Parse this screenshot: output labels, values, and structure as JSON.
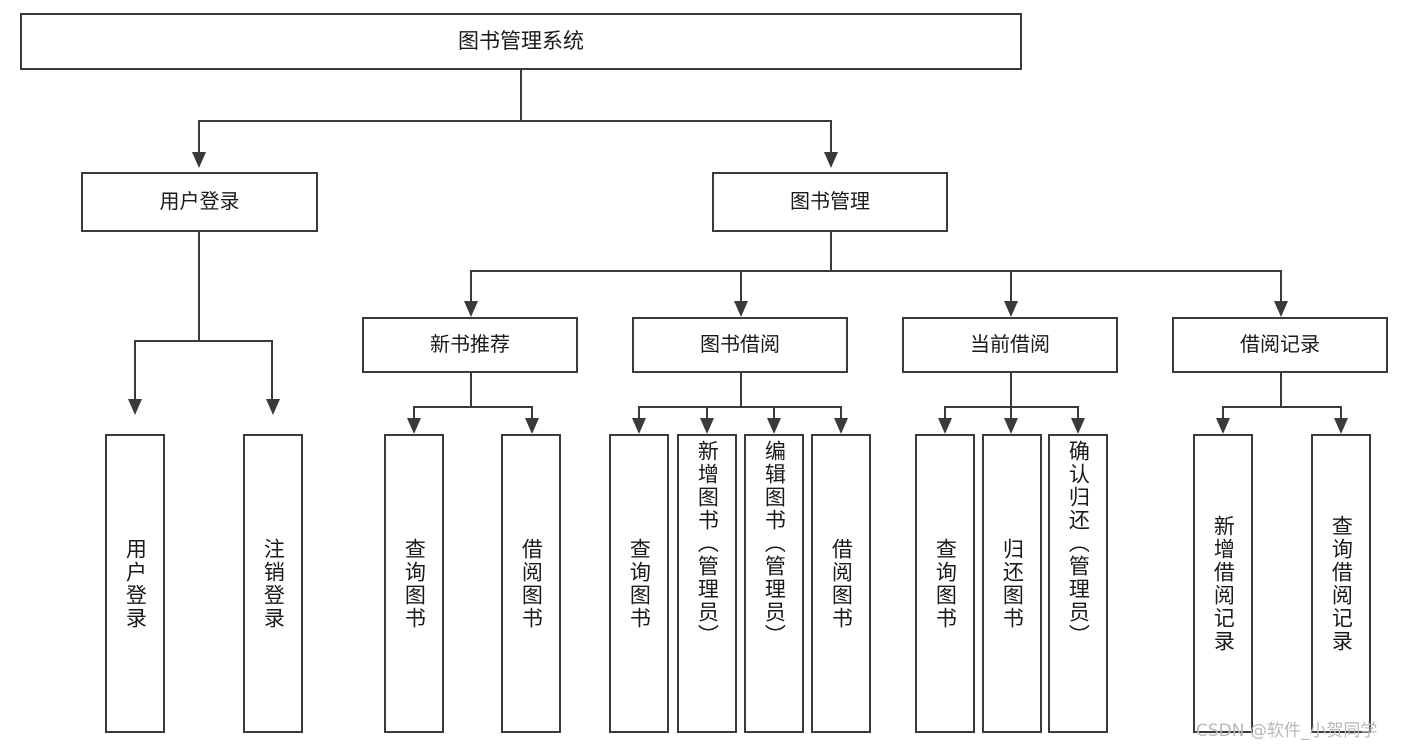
{
  "diagram": {
    "title": "图书管理系统",
    "type": "tree",
    "nodes": {
      "root": {
        "label": "图书管理系统"
      },
      "level2": [
        {
          "id": "user-login",
          "label": "用户登录"
        },
        {
          "id": "book-manage",
          "label": "图书管理"
        }
      ],
      "level3": [
        {
          "id": "new-book-recommend",
          "label": "新书推荐"
        },
        {
          "id": "book-borrow",
          "label": "图书借阅"
        },
        {
          "id": "current-borrow",
          "label": "当前借阅"
        },
        {
          "id": "borrow-record",
          "label": "借阅记录"
        }
      ],
      "leaves": {
        "user_login": [
          {
            "id": "leaf-user-login",
            "label": "用户登录"
          },
          {
            "id": "leaf-logout-login",
            "label": "注销登录"
          }
        ],
        "new_book_recommend": [
          {
            "id": "leaf-query-book-1",
            "label": "查询图书"
          },
          {
            "id": "leaf-borrow-book-1",
            "label": "借阅图书"
          }
        ],
        "book_borrow": [
          {
            "id": "leaf-query-book-2",
            "label": "查询图书"
          },
          {
            "id": "leaf-add-book",
            "label": "新增图书（管理员）"
          },
          {
            "id": "leaf-edit-book",
            "label": "编辑图书（管理员）"
          },
          {
            "id": "leaf-borrow-book-2",
            "label": "借阅图书"
          }
        ],
        "current_borrow": [
          {
            "id": "leaf-query-book-3",
            "label": "查询图书"
          },
          {
            "id": "leaf-return-book",
            "label": "归还图书"
          },
          {
            "id": "leaf-confirm-return",
            "label": "确认归还（管理员）"
          }
        ],
        "borrow_record": [
          {
            "id": "leaf-add-record",
            "label": "新增借阅记录"
          },
          {
            "id": "leaf-query-record",
            "label": "查询借阅记录"
          }
        ]
      }
    },
    "colors": {
      "stroke": "#3a3a3a",
      "fill": "#ffffff",
      "text": "#1a1a1a",
      "watermark": "#b9b9b9"
    }
  },
  "watermark": {
    "text": "CSDN @软件_小贺同学"
  }
}
